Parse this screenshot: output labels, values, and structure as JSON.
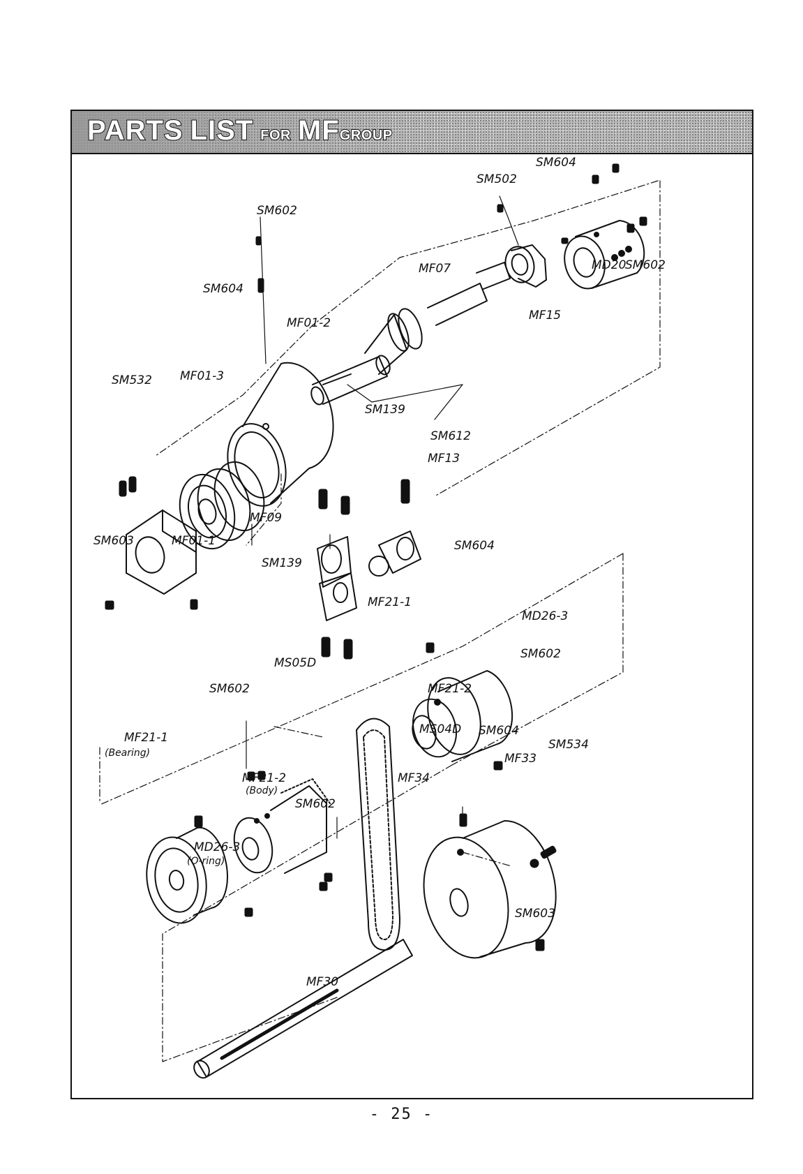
{
  "header": {
    "title_parts": [
      "PARTS",
      "LIST",
      "FOR",
      "MF",
      "GROUP"
    ]
  },
  "callouts": [
    "SM604",
    "SM502",
    "SM602",
    "MF07",
    "MD20",
    "SM602",
    "SM604",
    "MF01-2",
    "MF15",
    "SM532",
    "MF01-3",
    "SM139",
    "SM612",
    "MF13",
    "MF09",
    "SM603",
    "MF01-1",
    "SM139",
    "SM604",
    "MF21-1",
    "MD26-3",
    "SM602",
    "MS05D",
    "MF21-2",
    "SM602",
    "MS04D",
    "SM604",
    "SM534",
    "MF21-1",
    "(Bearing)",
    "MF33",
    "MF21-2",
    "(Body)",
    "MF34",
    "SM602",
    "MD26-3",
    "(O-ring)",
    "SM603",
    "MF30"
  ],
  "page_number": "- 25 -",
  "colors": {
    "ink": "#111111",
    "header_fill": "#b9b9b9"
  }
}
